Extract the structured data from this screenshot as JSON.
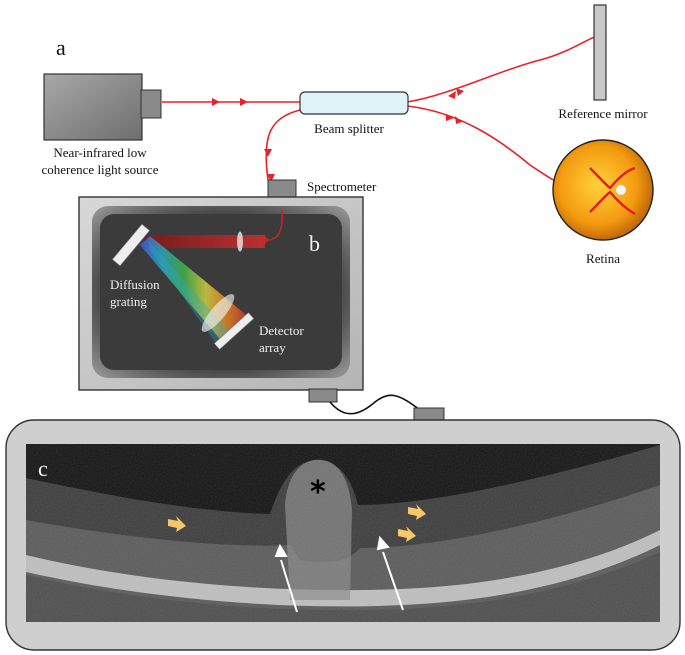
{
  "panels": {
    "a": "a",
    "b": "b",
    "c": "c"
  },
  "labels": {
    "light_source_line1": "Near-infrared low",
    "light_source_line2": "coherence light source",
    "beam_splitter": "Beam splitter",
    "reference_mirror": "Reference mirror",
    "retina": "Retina",
    "spectrometer": "Spectrometer",
    "grating_line1": "Diffusion",
    "grating_line2": "grating",
    "detector_line1": "Detector",
    "detector_line2": "array",
    "lesion_marker": "*"
  },
  "colors": {
    "fiber": "#e8222a",
    "beam": "#b22a2a",
    "retina_fill": "#f2a014",
    "splitter_fill": "#dff3f8",
    "device_bg": "#4a4a4a",
    "oct_arrow": "#f5c76a"
  }
}
